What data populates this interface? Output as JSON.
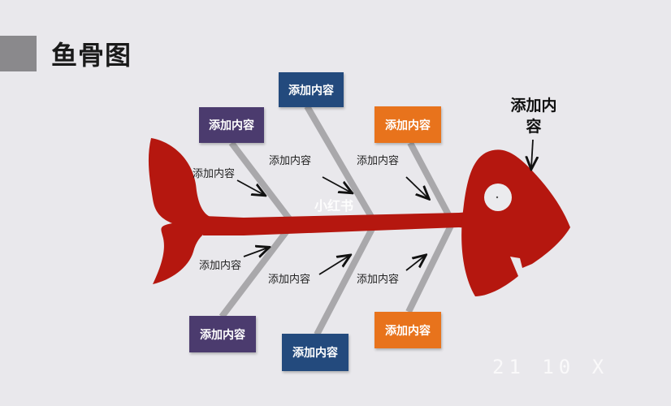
{
  "title": "鱼骨图",
  "colors": {
    "background": "#e9e8ec",
    "fish": "#b5170f",
    "bone": "#a9a8ab",
    "purple": "#4b3b6e",
    "navy": "#234a7d",
    "orange": "#e8731c",
    "title_square": "#8a898c"
  },
  "head_label": {
    "line1": "添加内",
    "line2": "容"
  },
  "top_boxes": [
    {
      "label": "添加内容",
      "color": "purple"
    },
    {
      "label": "添加内容",
      "color": "navy"
    },
    {
      "label": "添加内容",
      "color": "orange"
    }
  ],
  "bottom_boxes": [
    {
      "label": "添加内容",
      "color": "purple"
    },
    {
      "label": "添加内容",
      "color": "navy"
    },
    {
      "label": "添加内容",
      "color": "orange"
    }
  ],
  "top_labels": [
    "添加内容",
    "添加内容",
    "添加内容"
  ],
  "bottom_labels": [
    "添加内容",
    "添加内容",
    "添加内容"
  ],
  "watermark": "小红书",
  "timestamp": "21 10 X"
}
